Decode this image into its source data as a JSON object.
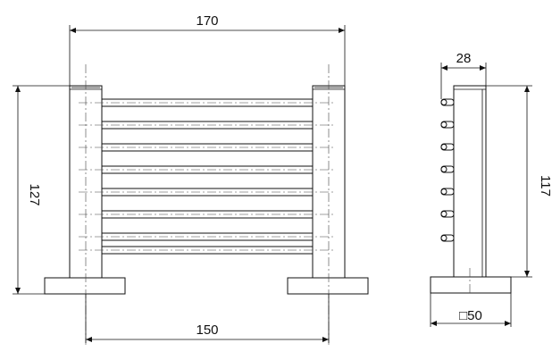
{
  "drawing": {
    "front_view": {
      "dim_overall_width": "170",
      "dim_center_width": "150",
      "dim_height": "127"
    },
    "side_view": {
      "dim_depth": "28",
      "dim_height": "117",
      "dim_base": "□50"
    }
  }
}
